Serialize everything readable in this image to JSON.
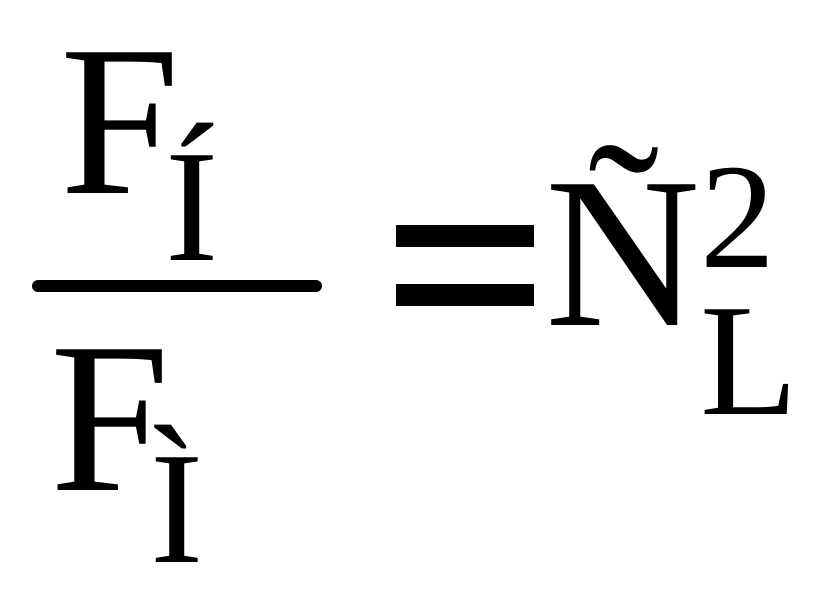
{
  "formula": {
    "numerator": {
      "base": "F",
      "subscript": "Í"
    },
    "denominator": {
      "base": "F",
      "subscript": "Ì"
    },
    "operator": "=",
    "rhs": {
      "base": "Ñ",
      "superscript": "2",
      "subscript": "L"
    }
  }
}
